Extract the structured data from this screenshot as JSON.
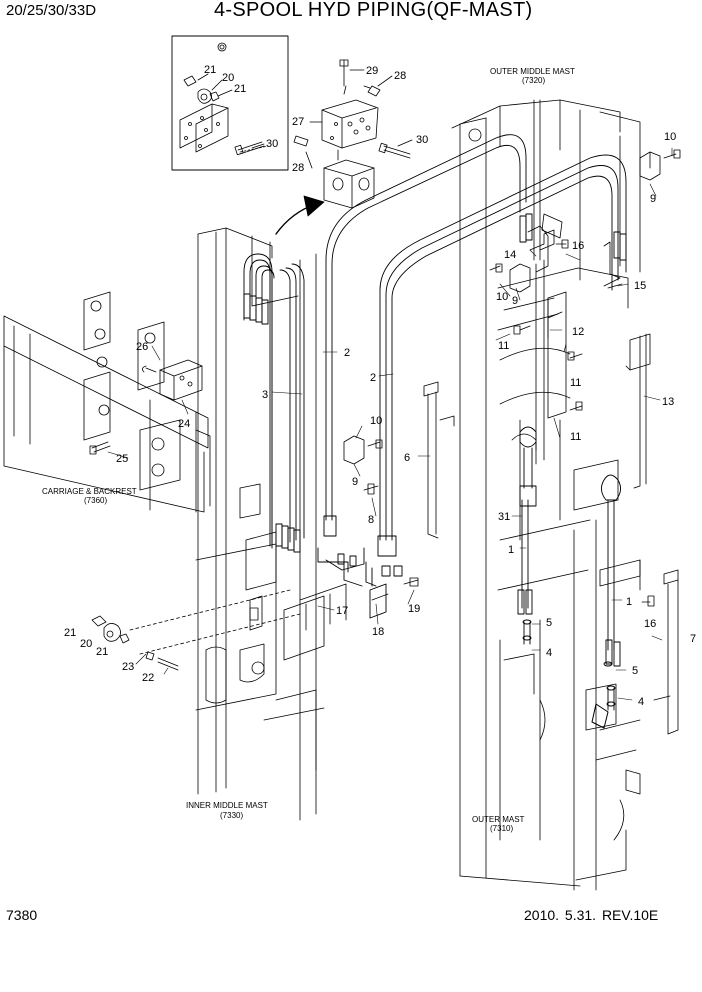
{
  "header": {
    "model": "20/25/30/33D",
    "title": "4-SPOOL HYD PIPING(QF-MAST)"
  },
  "footer": {
    "page_number": "7380",
    "revision": "2010. 5.31.  REV.10E"
  },
  "captions": {
    "outer_middle_mast": "OUTER MIDDLE MAST",
    "outer_middle_mast_no": "(7320)",
    "carriage": "CARRIAGE & BACKREST",
    "carriage_no": "(7360)",
    "inner_middle_mast": "INNER MIDDLE MAST",
    "inner_middle_mast_no": "(7330)",
    "outer_mast": "OUTER MAST",
    "outer_mast_no": "(7310)"
  },
  "callouts": {
    "c21a": "21",
    "c20a": "20",
    "c21b": "21",
    "c30a": "30",
    "c29": "29",
    "c28a": "28",
    "c27": "27",
    "c28b": "28",
    "c30b": "30",
    "c10a": "10",
    "c9a": "9",
    "c16a": "16",
    "c14": "14",
    "c10b": "10",
    "c9b": "9",
    "c15": "15",
    "c12": "12",
    "c11a": "11",
    "c11b": "11",
    "c13": "13",
    "c11c": "11",
    "c2a": "2",
    "c2b": "2",
    "c3": "3",
    "c26": "26",
    "c24": "24",
    "c25": "25",
    "c10c": "10",
    "c9c": "9",
    "c6": "6",
    "c8": "8",
    "c31": "31",
    "c1a": "1",
    "c1b": "1",
    "c5a": "5",
    "c4a": "4",
    "c5b": "5",
    "c4b": "4",
    "c16b": "16",
    "c7": "7",
    "c17": "17",
    "c18": "18",
    "c19": "19",
    "c21c": "21",
    "c20b": "20",
    "c21d": "21",
    "c23": "23",
    "c22": "22"
  }
}
